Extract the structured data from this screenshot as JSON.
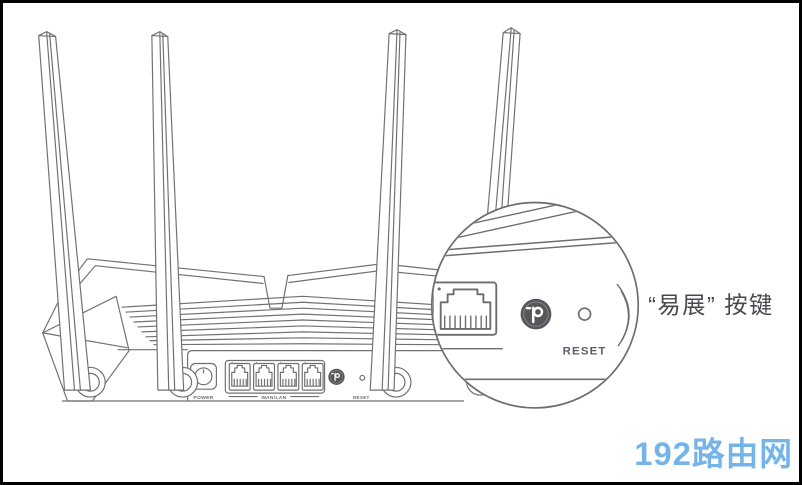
{
  "diagram": {
    "subject": "wireless-router-rear-panel-with-easy-mesh-button-callout",
    "panel": {
      "power_label": "POWER",
      "wan_lan_label": "WAN/LAN",
      "reset_label": "RESET"
    },
    "magnifier": {
      "reset_label": "RESET"
    },
    "callout_label": "“易展” 按键",
    "watermark_text": "192路由网"
  },
  "icons": {
    "mesh_button_logo": "tp-link-easy-mesh-p-logo",
    "ethernet_port": "rj45-port-icon",
    "reset_pinhole": "reset-pinhole-icon",
    "power_jack": "dc-power-jack-icon"
  },
  "colors": {
    "line_gray": "#6f7275",
    "button_fill": "#55575b",
    "reset_text": "#5a5e66",
    "callout_text": "#46494e",
    "watermark_blue": "#74b4e9",
    "background": "#ffffff",
    "frame_border": "#000000"
  }
}
